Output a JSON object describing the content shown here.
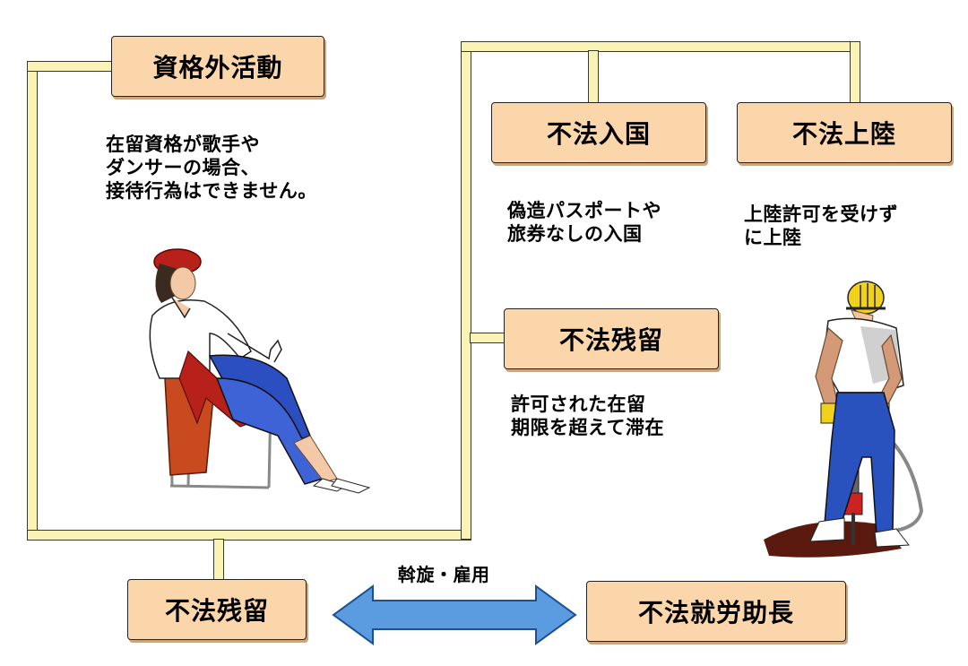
{
  "boxes": {
    "extra_activity": "資格外活動",
    "illegal_entry": "不法入国",
    "illegal_landing": "不法上陸",
    "overstay_mid": "不法残留",
    "overstay_bottom": "不法残留",
    "employment_aid": "不法就労助長"
  },
  "descriptions": {
    "extra_activity": "在留資格が歌手や\nダンサーの場合、\n接待行為はできません。",
    "illegal_entry": "偽造パスポートや\n旅券なしの入国",
    "illegal_landing": "上陸許可を受けず\nに上陸",
    "overstay": "許可された在留\n期限を超えて滞在"
  },
  "arrow_label": "斡旋・雇用",
  "colors": {
    "box_fill": "#fbd6aa",
    "connector_fill": "#f9f4b6",
    "arrow_fill": "#5b9be0"
  },
  "icons": [
    "seated-woman-illustration",
    "construction-worker-illustration"
  ]
}
